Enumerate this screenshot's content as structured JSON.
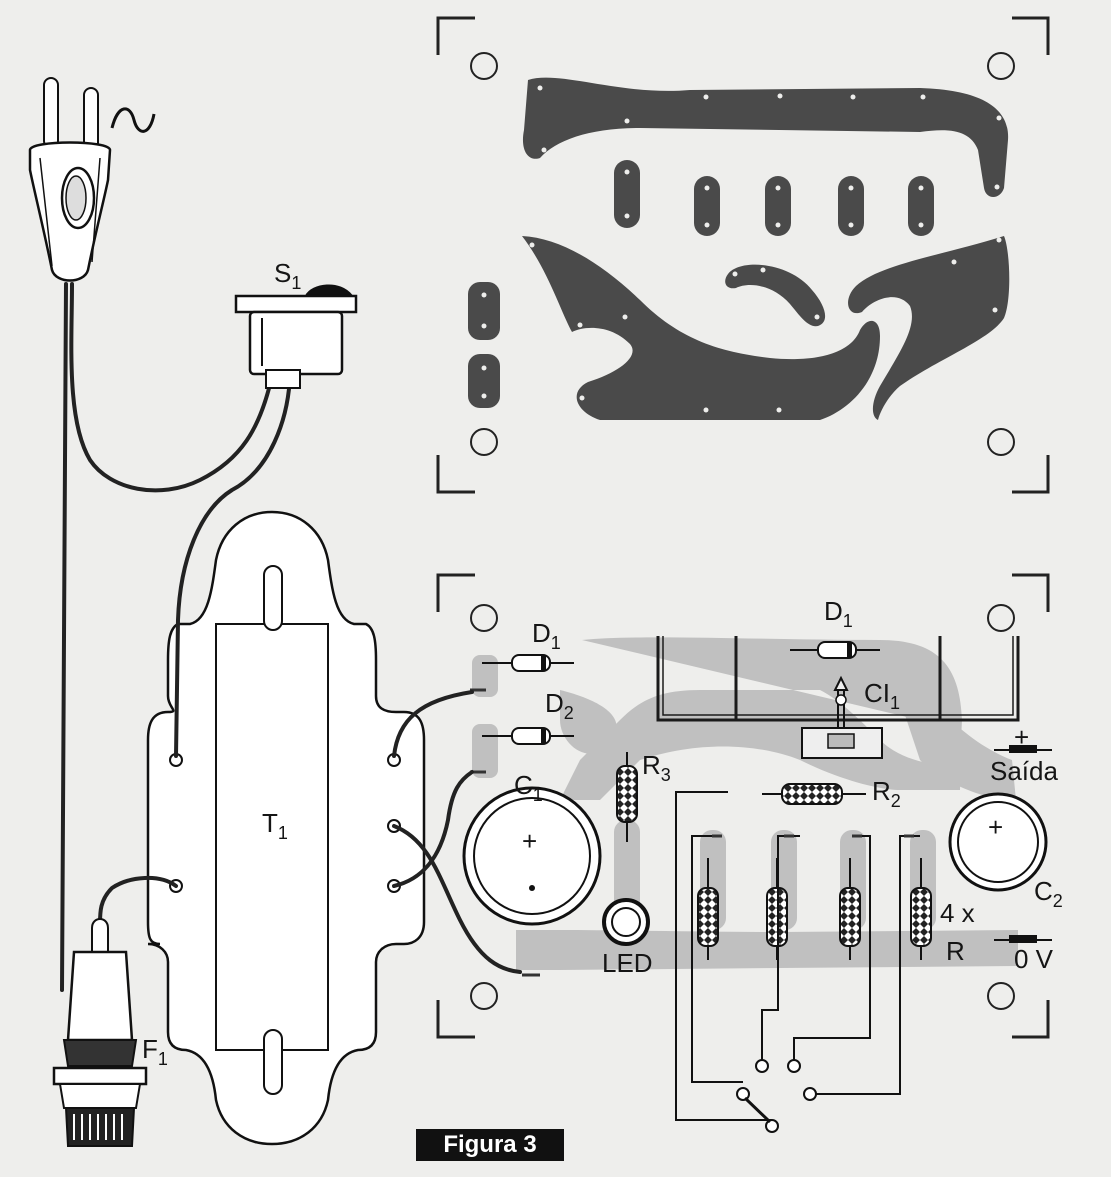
{
  "labels": {
    "s1_main": "S",
    "s1_sub": "1",
    "t1_main": "T",
    "t1_sub": "1",
    "f1_main": "F",
    "f1_sub": "1",
    "d1_left_main": "D",
    "d1_left_sub": "1",
    "d2_main": "D",
    "d2_sub": "2",
    "d1_right_main": "D",
    "d1_right_sub": "1",
    "ci1_main": "CI",
    "ci1_sub": "1",
    "r3_main": "R",
    "r3_sub": "3",
    "r2_main": "R",
    "r2_sub": "2",
    "c1_main": "C",
    "c1_sub": "1",
    "c2_main": "C",
    "c2_sub": "2",
    "plus_c1": "+",
    "plus_c2": "+",
    "plus_out": "+",
    "led": "LED",
    "saida": "Saída",
    "four_x": "4 x",
    "r_group": "R",
    "zero_v": "0 V"
  },
  "caption": "Figura 3",
  "colors": {
    "paper": "#eeeeec",
    "ink": "#151515",
    "copper_dark": "#4a4a4a",
    "copper_light": "#bfbfbf"
  }
}
